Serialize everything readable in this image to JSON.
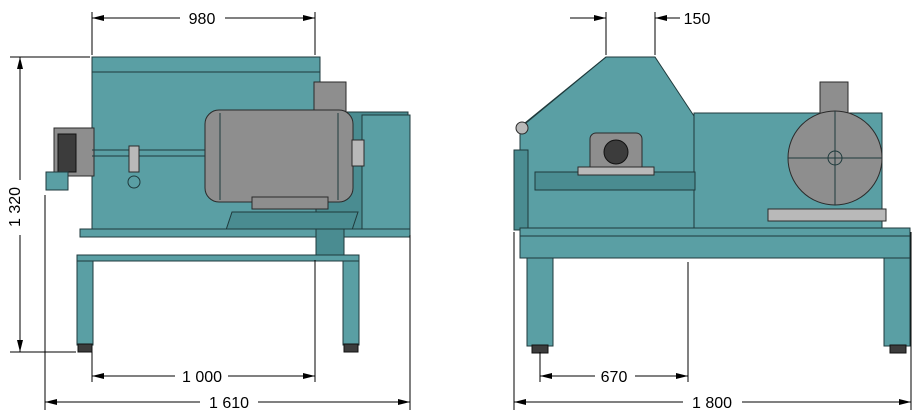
{
  "dimensions": {
    "front_top_width": "980",
    "front_height": "1 320",
    "front_leg_span": "1 000",
    "front_total_width": "1 610",
    "side_top_width": "150",
    "side_leg_span": "670",
    "side_total_width": "1 800"
  },
  "colors": {
    "body": "#5a9fa4",
    "motor": "#8e8e8e",
    "outline": "#1f3a3c"
  }
}
